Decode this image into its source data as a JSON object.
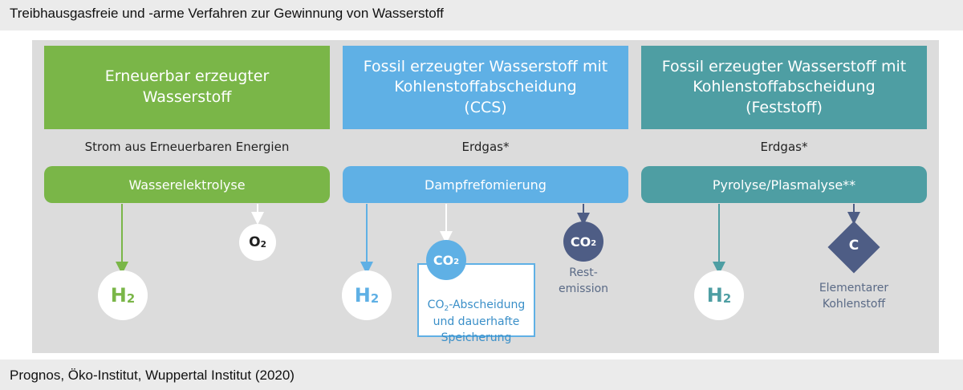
{
  "header": {
    "title": "Treibhausgasfreie und -arme Verfahren zur Gewinnung von Wasserstoff"
  },
  "footer": {
    "source": "Prognos, Öko-Institut, Wuppertal Institut (2020)"
  },
  "colors": {
    "green": "#7ab648",
    "blue": "#5fb0e5",
    "teal": "#4e9ea3",
    "navy": "#4e5d85",
    "panel": "#dcdcdc"
  },
  "columns": [
    {
      "title": "Erneuerbar erzeugter\nWasserstoff",
      "input": "Strom aus Erneuerbaren Energien",
      "process": "Wasserelektrolyse",
      "product": "H",
      "product_sub": "2",
      "byproduct": "O",
      "byproduct_sub": "2"
    },
    {
      "title": "Fossil erzeugter Wasserstoff mit\nKohlenstoffabscheidung\n(CCS)",
      "input": "Erdgas*",
      "process": "Dampfrefomierung",
      "product": "H",
      "product_sub": "2",
      "capture": {
        "label": "CO",
        "sub": "2",
        "text_a": "CO",
        "text_a_sub": "2",
        "text_b": "-Abscheidung",
        "text_c": "und dauerhafte\nSpeicherung"
      },
      "residual": {
        "label": "CO",
        "sub": "2",
        "text": "Rest-\nemission"
      }
    },
    {
      "title": "Fossil erzeugter Wasserstoff mit\nKohlenstoffabscheidung\n(Feststoff)",
      "input": "Erdgas*",
      "process": "Pyrolyse/Plasmalyse**",
      "product": "H",
      "product_sub": "2",
      "carbon": {
        "label": "C",
        "text": "Elementarer\nKohlenstoff"
      }
    }
  ]
}
